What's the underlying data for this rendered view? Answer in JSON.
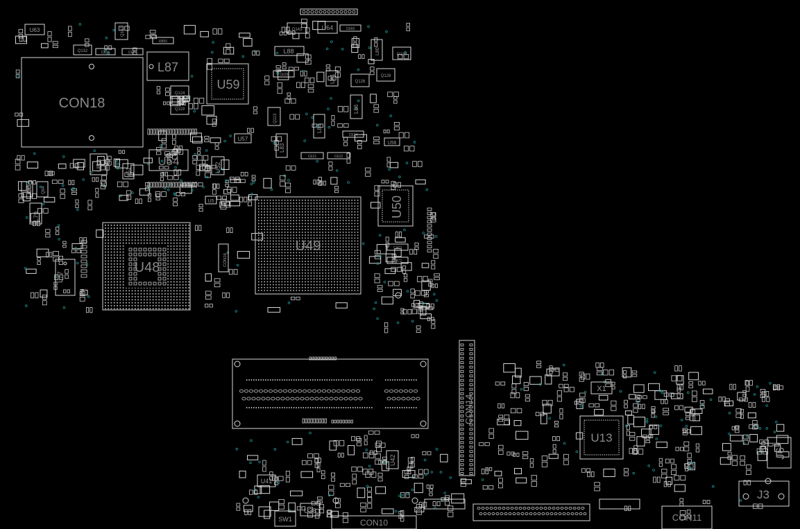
{
  "colors": {
    "background": "#000000",
    "outline": "#d8d8d8",
    "label": "#8a8a8a",
    "via": "#1f8f8f"
  },
  "components": {
    "con18": "CON18",
    "l87": "L87",
    "u59": "U59",
    "u54": "U54",
    "u53": "U53",
    "u49": "U49",
    "u50": "U50",
    "u48": "U48",
    "u13": "U13",
    "con14": "CON14",
    "con11": "CON11",
    "con10": "CON10",
    "j3": "J3",
    "j6": "J6",
    "x1": "X1",
    "u38": "U38",
    "sw1": "SW1",
    "u41": "U41",
    "u42": "U42",
    "l77": "L77",
    "l79": "L79",
    "u52": "U52",
    "u57": "U57",
    "u5": "U5",
    "u51": "U51",
    "u64": "U64",
    "l88": "L88",
    "u63": "U63",
    "u56": "U56",
    "u61": "U61",
    "l86": "L86",
    "l84": "L84",
    "l83": "L83",
    "l80": "L80"
  },
  "small_labels": {
    "q142": "Q142",
    "q143": "Q143",
    "q132": "Q132",
    "q130": "Q130",
    "q128": "Q128",
    "q126": "Q126",
    "q124": "Q124",
    "q119": "Q119",
    "q93": "Q93",
    "q94": "Q94",
    "ce26": "CE26",
    "ce27": "CE27",
    "ce25": "CE25",
    "ce24": "CE24",
    "ce21": "CE21",
    "ce22": "CE22",
    "ce60": "CE60",
    "c463": "C463",
    "c472": "C472",
    "r850": "R850",
    "cont": "CON16",
    "q113": "Q113"
  }
}
